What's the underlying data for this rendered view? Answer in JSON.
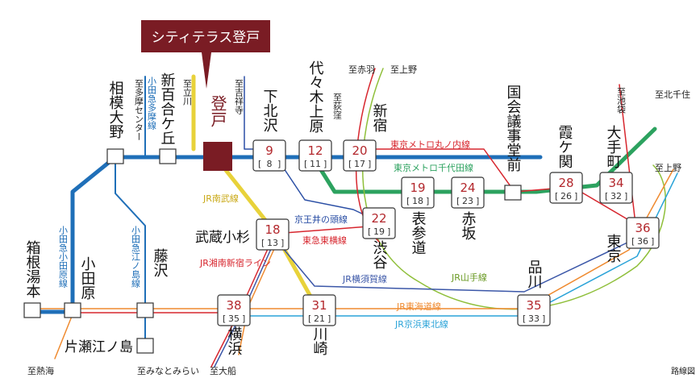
{
  "property": {
    "name": "シティテラス登戸",
    "station": "登戸"
  },
  "stations": {
    "shimokitazawa": {
      "name": "下北沢",
      "min": "9",
      "min_alt": "8"
    },
    "yoyogi_uehara": {
      "name": "代々木上原",
      "min": "12",
      "min_alt": "11"
    },
    "shinjuku": {
      "name": "新宿",
      "min": "20",
      "min_alt": "17"
    },
    "omotesando": {
      "name": "表参道",
      "min": "19",
      "min_alt": "18"
    },
    "akasaka": {
      "name": "赤坂",
      "min": "24",
      "min_alt": "23"
    },
    "kokkai": {
      "name": "国会議事堂前"
    },
    "kasumigaseki": {
      "name": "霞ケ関",
      "min": "28",
      "min_alt": "26"
    },
    "otemachi": {
      "name": "大手町",
      "min": "34",
      "min_alt": "32"
    },
    "tokyo": {
      "name": "東京",
      "min": "36",
      "min_alt": "36"
    },
    "shibuya": {
      "name": "渋谷",
      "min": "22",
      "min_alt": "19"
    },
    "musashikosugi": {
      "name": "武蔵小杉",
      "min": "18",
      "min_alt": "13"
    },
    "yokohama": {
      "name": "横浜",
      "min": "38",
      "min_alt": "35"
    },
    "kawasaki": {
      "name": "川崎",
      "min": "31",
      "min_alt": "21"
    },
    "shinagawa": {
      "name": "品川",
      "min": "35",
      "min_alt": "33"
    },
    "shinyurigaoka": {
      "name": "新百合ケ丘"
    },
    "sagamiono": {
      "name": "相模大野"
    },
    "odawara": {
      "name": "小田原"
    },
    "fujisawa": {
      "name": "藤沢"
    },
    "hakoneyumoto": {
      "name": "箱根湯本"
    },
    "katase": {
      "name": "片瀬江ノ島"
    }
  },
  "lines": {
    "marunouchi": "東京メトロ丸ノ内線",
    "chiyoda": "東京メトロ千代田線",
    "inokashira": "京王井の頭線",
    "toyoko": "東急東横線",
    "nambu": "JR南武線",
    "shonan": "JR湘南新宿ライン",
    "yokosuka": "JR横須賀線",
    "yamanote": "JR山手線",
    "tokaido": "JR東海道線",
    "keihin": "JR京浜東北線",
    "odakyu_tama": "小田急多摩線",
    "odakyu_enoshima": "小田急江ノ島線",
    "odakyu_odawara": "小田急小田原線"
  },
  "directions": {
    "akabane": "至赤羽",
    "ueno_top": "至上野",
    "ogikubo": "至荻窪",
    "ikebukuro": "至池袋",
    "kitasenju": "至北千住",
    "ueno_right": "至上野",
    "tama_center": "至多摩センター",
    "tachikawa": "至立川",
    "kichijoji": "至吉祥寺",
    "atami": "至熱海",
    "minatomirai": "至みなとみらい",
    "ofuna": "至大船"
  },
  "footer": "路線図",
  "colors": {
    "odakyu": "#1f6fb8",
    "chiyoda": "#2ca25f",
    "marunouchi": "#d7262e",
    "nambu": "#e8d23a",
    "inokashira": "#2b4fa5",
    "yokosuka": "#3b57a8",
    "yamanote": "#8fbf3a",
    "tokaido": "#ef8a2f",
    "keihin": "#2aa3d8",
    "shonan": "#e0392e",
    "property": "#7a1c24"
  }
}
